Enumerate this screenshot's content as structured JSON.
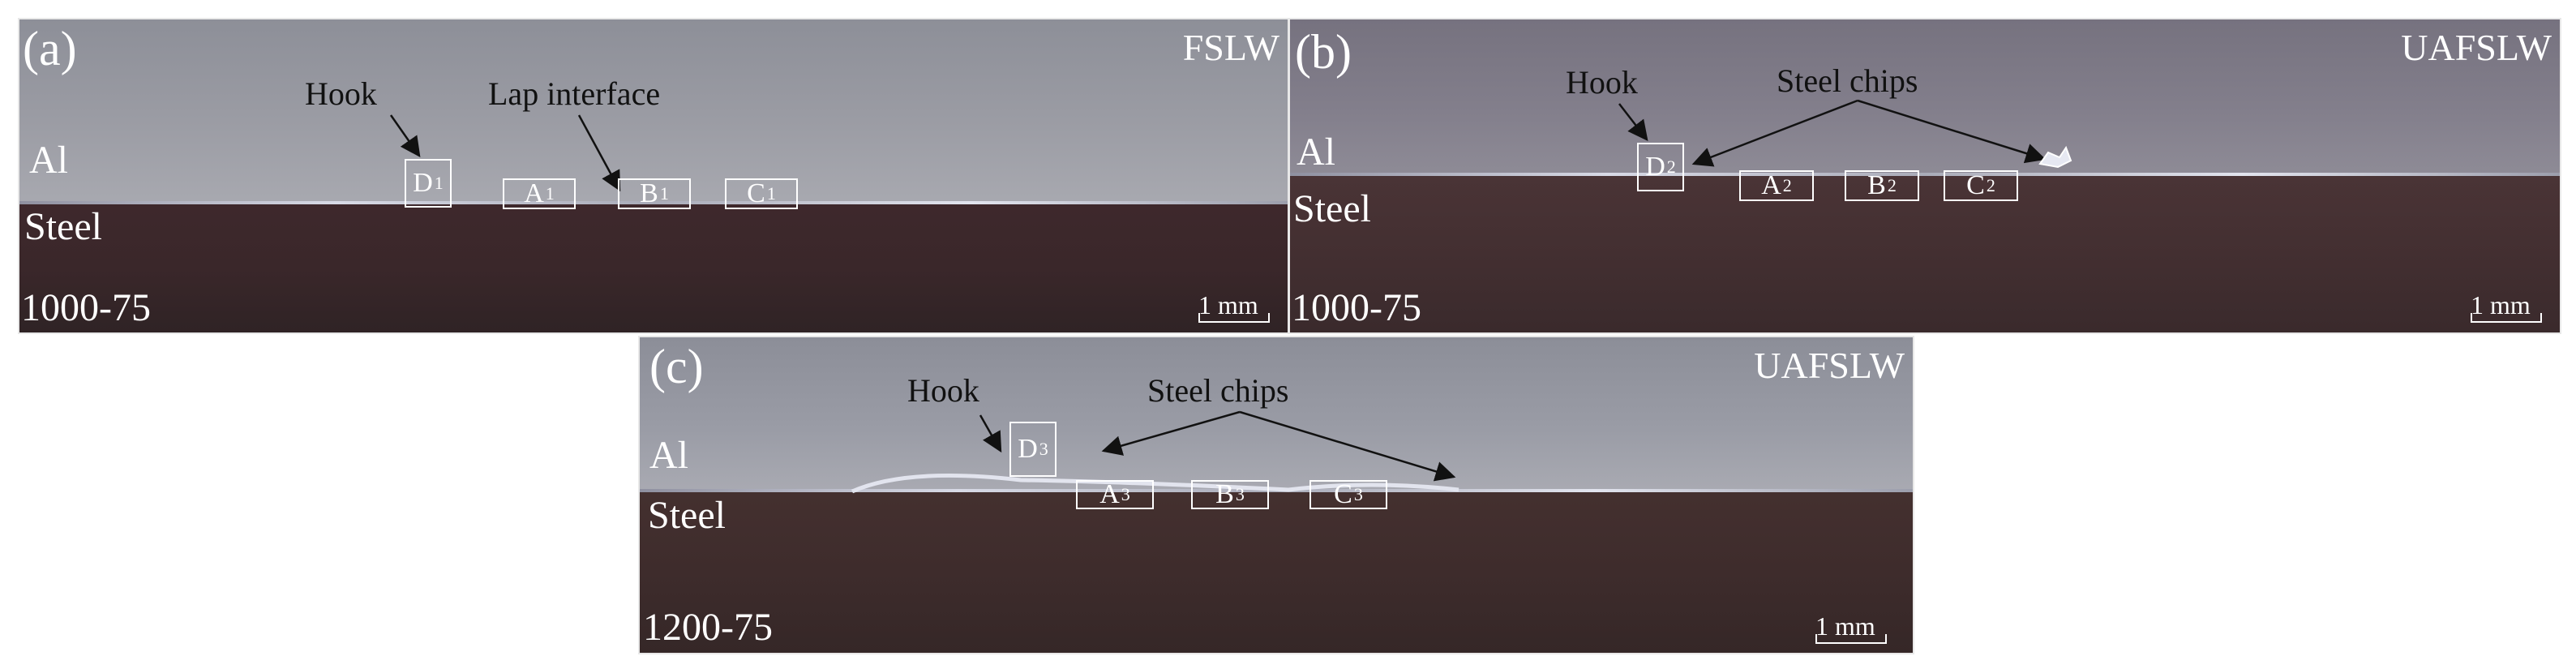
{
  "panels": [
    {
      "label": "(a)",
      "process": "FSLW",
      "parameters": "1000-75",
      "material_top": "Al",
      "material_bottom": "Steel",
      "scale_bar": "1 mm",
      "annotations": [
        "Hook",
        "Lap interface"
      ],
      "regions": [
        {
          "letter": "D",
          "index": "1"
        },
        {
          "letter": "A",
          "index": "1"
        },
        {
          "letter": "B",
          "index": "1"
        },
        {
          "letter": "C",
          "index": "1"
        }
      ]
    },
    {
      "label": "(b)",
      "process": "UAFSLW",
      "parameters": "1000-75",
      "material_top": "Al",
      "material_bottom": "Steel",
      "scale_bar": "1 mm",
      "annotations": [
        "Hook",
        "Steel chips"
      ],
      "regions": [
        {
          "letter": "D",
          "index": "2"
        },
        {
          "letter": "A",
          "index": "2"
        },
        {
          "letter": "B",
          "index": "2"
        },
        {
          "letter": "C",
          "index": "2"
        }
      ]
    },
    {
      "label": "(c)",
      "process": "UAFSLW",
      "parameters": "1200-75",
      "material_top": "Al",
      "material_bottom": "Steel",
      "scale_bar": "1 mm",
      "annotations": [
        "Hook",
        "Steel chips"
      ],
      "regions": [
        {
          "letter": "D",
          "index": "3"
        },
        {
          "letter": "A",
          "index": "3"
        },
        {
          "letter": "B",
          "index": "3"
        },
        {
          "letter": "C",
          "index": "3"
        }
      ]
    }
  ],
  "colors": {
    "aluminum": "#9b9ca4",
    "steel": "#3a272a",
    "interface": "#d8dae6",
    "annotation_text": "#111111",
    "overlay_text": "#ffffff"
  }
}
